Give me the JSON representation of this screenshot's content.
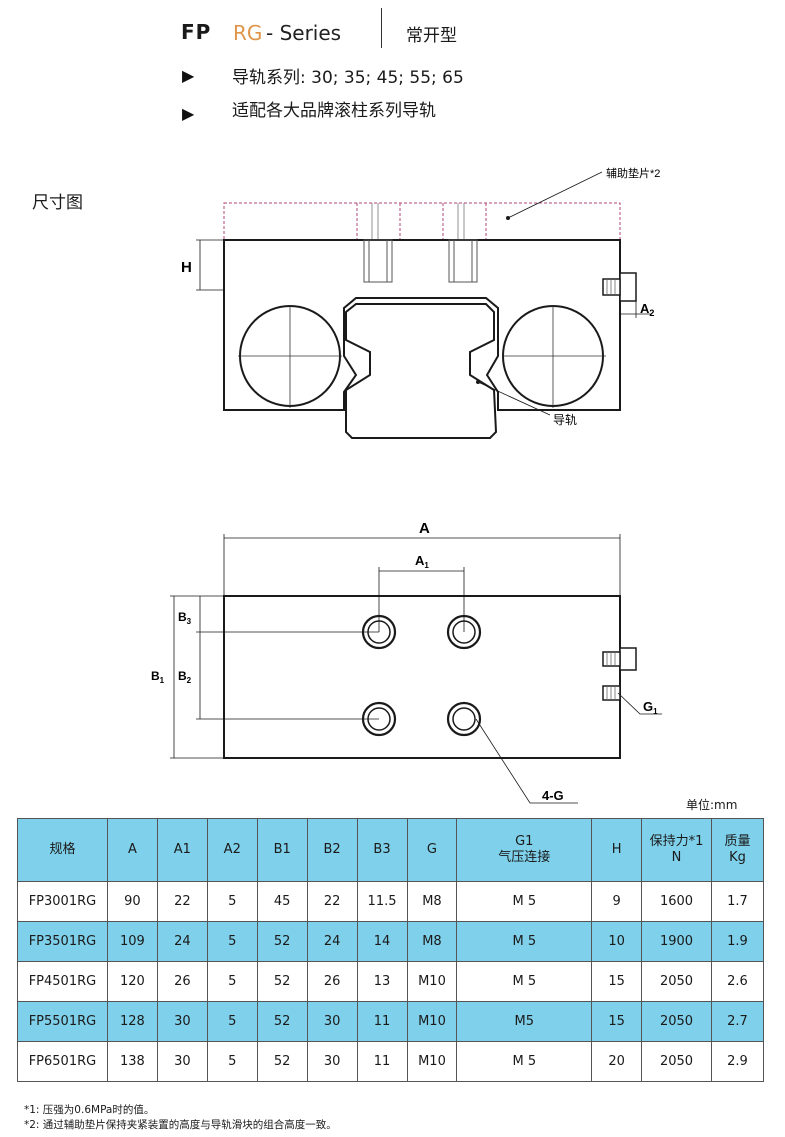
{
  "header": {
    "fp": "FP",
    "rg": "RG",
    "series": " - Series",
    "type": "常开型",
    "bullet_glyph": "▶",
    "bullets": [
      "导轨系列:  30;  35;  45;  55;  65",
      "适配各大品牌滚柱系列导轨"
    ]
  },
  "section_title": "尺寸图",
  "drawing1": {
    "shim_label": "辅助垫片*2",
    "h_label": "H",
    "a2_label": "A",
    "a2_sub": "2",
    "rail_label": "导轨"
  },
  "drawing2": {
    "a_label": "A",
    "a1_label": "A",
    "a1_sub": "1",
    "b3_label": "B",
    "b3_sub": "3",
    "b1_label": "B",
    "b1_sub": "1",
    "b2_label": "B",
    "b2_sub": "2",
    "g1_label": "G",
    "g1_sub": "1",
    "g4_label": "4-G"
  },
  "unit_label": "单位:mm",
  "table": {
    "headers": [
      "规格",
      "A",
      "A1",
      "A2",
      "B1",
      "B2",
      "B3",
      "G",
      "G1\n气压连接",
      "H",
      "保持力*1\nN",
      "质量\nKg"
    ],
    "rows": [
      [
        "FP3001RG",
        "90",
        "22",
        "5",
        "45",
        "22",
        "11.5",
        "M8",
        "M 5",
        "9",
        "1600",
        "1.7"
      ],
      [
        "FP3501RG",
        "109",
        "24",
        "5",
        "52",
        "24",
        "14",
        "M8",
        "M 5",
        "10",
        "1900",
        "1.9"
      ],
      [
        "FP4501RG",
        "120",
        "26",
        "5",
        "52",
        "26",
        "13",
        "M10",
        "M 5",
        "15",
        "2050",
        "2.6"
      ],
      [
        "FP5501RG",
        "128",
        "30",
        "5",
        "52",
        "30",
        "11",
        "M10",
        "M5",
        "15",
        "2050",
        "2.7"
      ],
      [
        "FP6501RG",
        "138",
        "30",
        "5",
        "52",
        "30",
        "11",
        "M10",
        "M 5",
        "20",
        "2050",
        "2.9"
      ]
    ]
  },
  "notes": [
    "*1:  压强为0.6MPa时的值。",
    "*2:  通过辅助垫片保持夹紧装置的高度与导轨滑块的组合高度一致。"
  ],
  "colors": {
    "accent": "#e0964a",
    "table_highlight": "#7fd0ea",
    "shim_dash": "#b0457a"
  }
}
